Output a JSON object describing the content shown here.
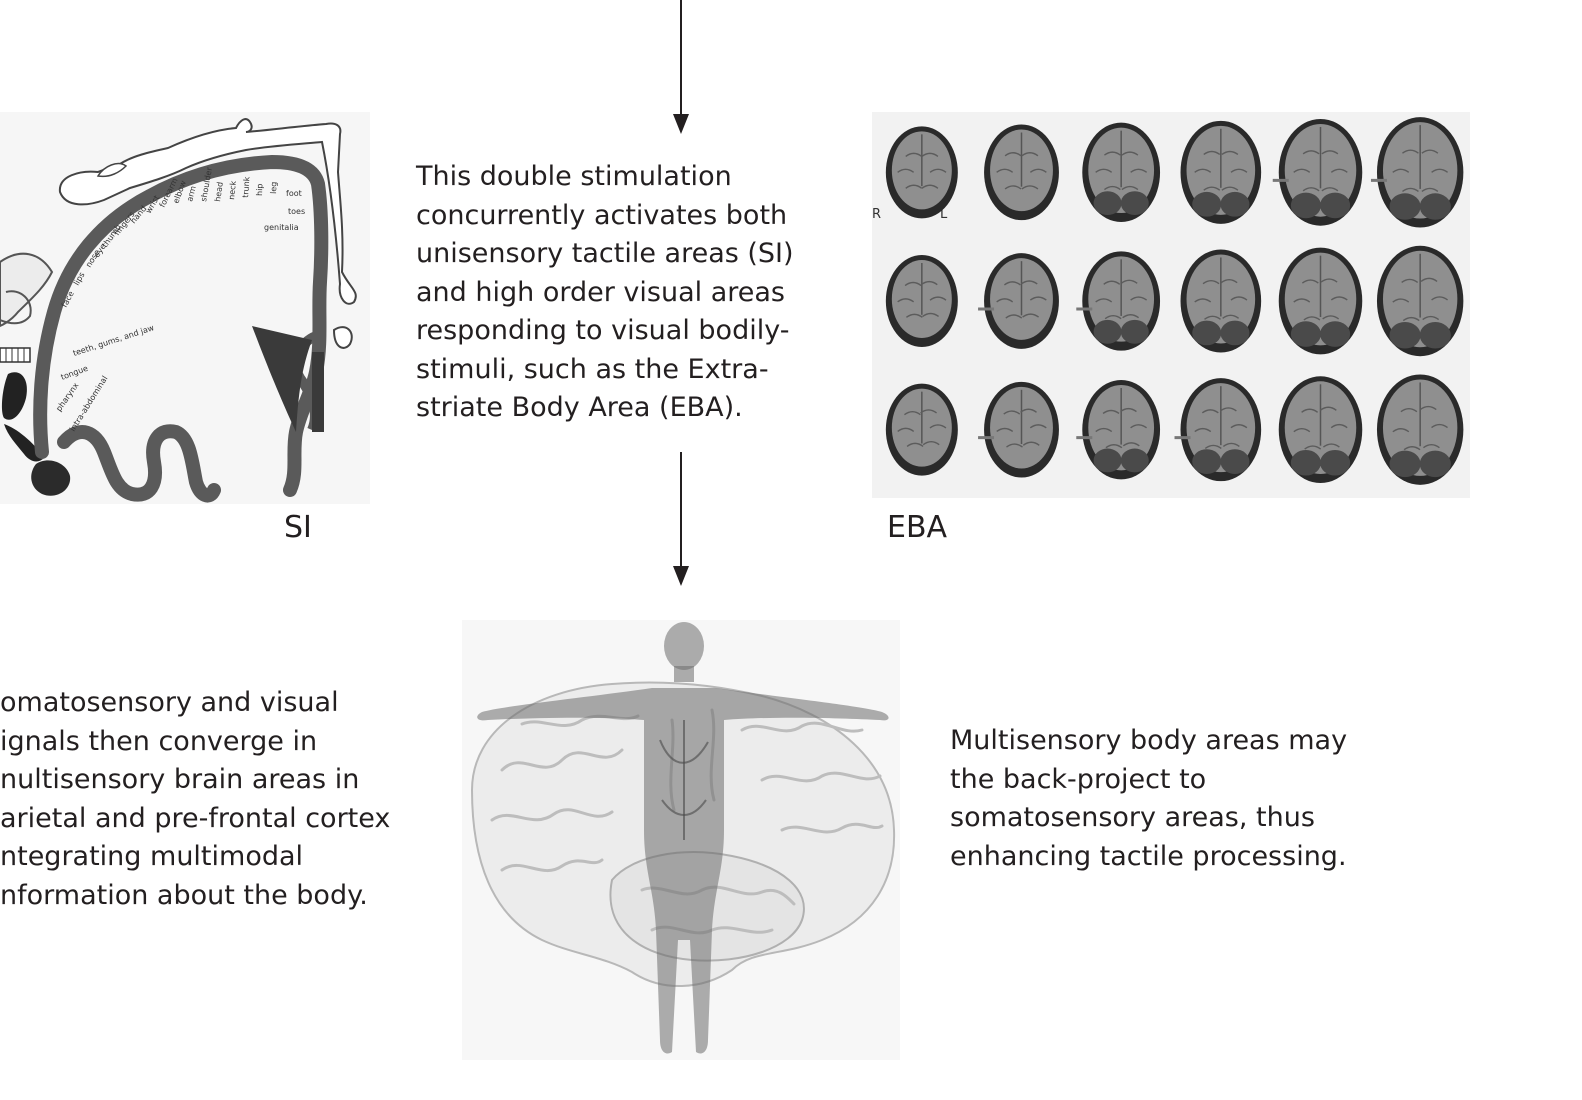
{
  "texts": {
    "middle": [
      "This double stimulation",
      "concurrently activates both",
      "unisensory tactile areas (SI)",
      "and high order visual areas",
      "responding to visual bodily-",
      "stimuli, such as the Extra-",
      "striate Body Area (EBA)."
    ],
    "left": [
      "omatosensory and visual",
      "ignals then converge in",
      "nultisensory brain areas in",
      "arietal and pre-frontal cortex",
      "ntegrating multimodal",
      "nformation about the body."
    ],
    "right": [
      "Multisensory body areas may",
      "the back-project to",
      "somatosensory areas, thus",
      "enhancing tactile processing."
    ]
  },
  "labels": {
    "si": "SI",
    "eba": "EBA",
    "eba_r": "R",
    "eba_l": "L"
  },
  "homunculus_labels": [
    "teeth, gums, and jaw",
    "tongue",
    "pharynx",
    "intra-abdominal",
    "face",
    "lips",
    "nose",
    "eye",
    "thumb",
    "fingers",
    "hand",
    "wrist",
    "forearm",
    "elbow",
    "arm",
    "shoulder",
    "head",
    "neck",
    "trunk",
    "hip",
    "leg",
    "foot",
    "toes",
    "genitalia"
  ],
  "brain_scans": {
    "rows": 3,
    "columns": 6
  },
  "colors": {
    "text": "#231f20",
    "cortex": "#5a5a5a",
    "scan_dark": "#2a2a2a",
    "scan_mid": "#8f8f8f",
    "brain_fill": "#ededed"
  }
}
